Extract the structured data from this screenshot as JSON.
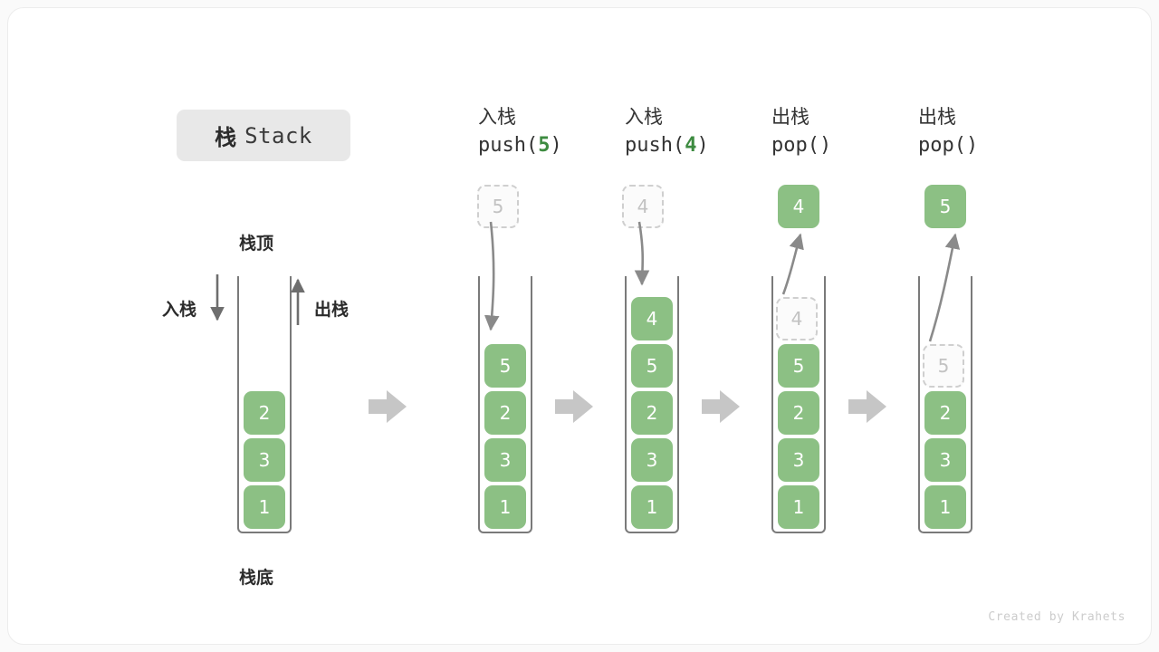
{
  "title": {
    "cjk": "栈",
    "latin": "Stack"
  },
  "labels": {
    "top": "栈顶",
    "bottom": "栈底",
    "push": "入栈",
    "pop": "出栈"
  },
  "colors": {
    "element_green": "#8cc084",
    "code_green": "#3d8b40",
    "border_gray": "#7a7a7a",
    "ghost_gray": "#cfcfcf",
    "arrow_gray": "#6e6e6e",
    "flow_arrow_gray": "#c6c6c6",
    "badge_bg": "#e8e8e8",
    "card_bg": "#ffffff",
    "page_bg": "#fafafa"
  },
  "columns": [
    {
      "id": "initial",
      "header_cjk": "",
      "header_code_prefix": "",
      "header_code_arg": "",
      "header_code_suffix": "",
      "stack": [
        "2",
        "3",
        "1"
      ],
      "ghost_in_stack": null,
      "floating": null
    },
    {
      "id": "push-5",
      "header_cjk": "入栈",
      "header_code_prefix": "push(",
      "header_code_arg": "5",
      "header_code_suffix": ")",
      "stack": [
        "5",
        "2",
        "3",
        "1"
      ],
      "ghost_in_stack": null,
      "floating": {
        "value": "5",
        "style": "ghost"
      }
    },
    {
      "id": "push-4",
      "header_cjk": "入栈",
      "header_code_prefix": "push(",
      "header_code_arg": "4",
      "header_code_suffix": ")",
      "stack": [
        "4",
        "5",
        "2",
        "3",
        "1"
      ],
      "ghost_in_stack": null,
      "floating": {
        "value": "4",
        "style": "ghost"
      }
    },
    {
      "id": "pop-1",
      "header_cjk": "出栈",
      "header_code_prefix": "pop(",
      "header_code_arg": "",
      "header_code_suffix": ")",
      "stack": [
        "5",
        "2",
        "3",
        "1"
      ],
      "ghost_in_stack": {
        "value": "4"
      },
      "floating": {
        "value": "4",
        "style": "solid"
      }
    },
    {
      "id": "pop-2",
      "header_cjk": "出栈",
      "header_code_prefix": "pop(",
      "header_code_arg": "",
      "header_code_suffix": ")",
      "stack": [
        "2",
        "3",
        "1"
      ],
      "ghost_in_stack": {
        "value": "5"
      },
      "floating": {
        "value": "5",
        "style": "solid"
      }
    }
  ],
  "footer": "Created by Krahets"
}
